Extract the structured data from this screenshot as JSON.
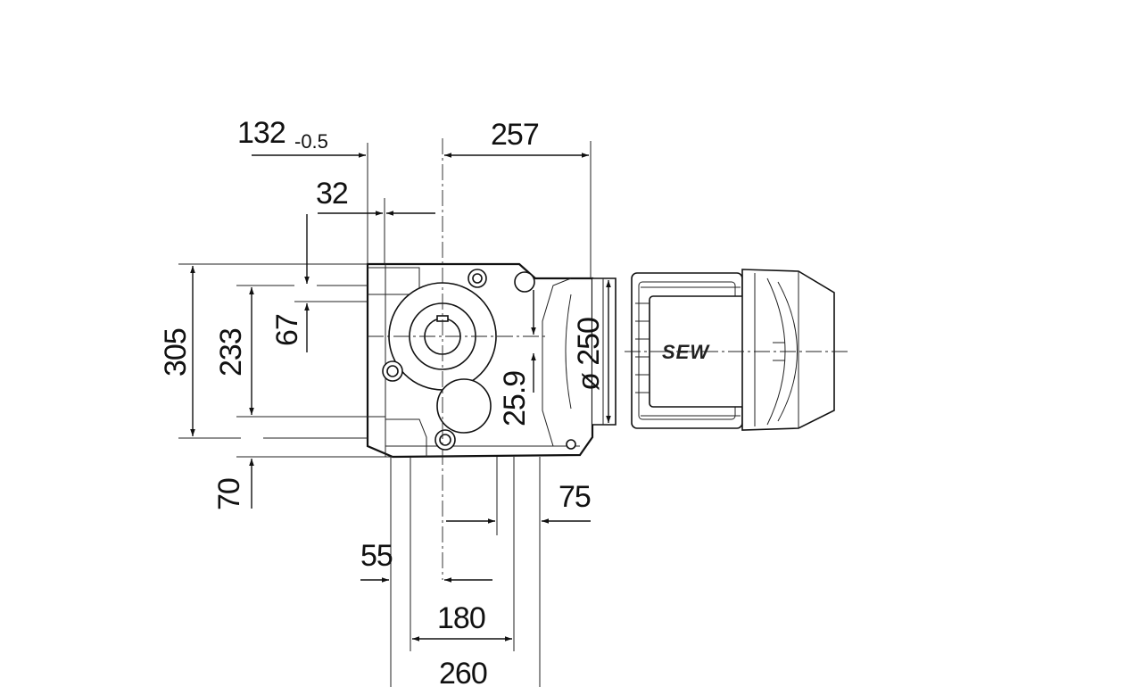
{
  "drawing": {
    "logo": "SEW",
    "dimensions": {
      "overall_left": "132",
      "overall_left_tolerance": "-0.5",
      "shaft_to_motor": "257",
      "flange_offset": "32",
      "total_height": "305",
      "mount_height": "233",
      "upper_offset": "67",
      "shaft_height": "25.9",
      "motor_diameter": "ø 250",
      "bottom_offset": "70",
      "foot_right": "75",
      "foot_left": "55",
      "foot_span": "180",
      "foot_total": "260"
    }
  }
}
